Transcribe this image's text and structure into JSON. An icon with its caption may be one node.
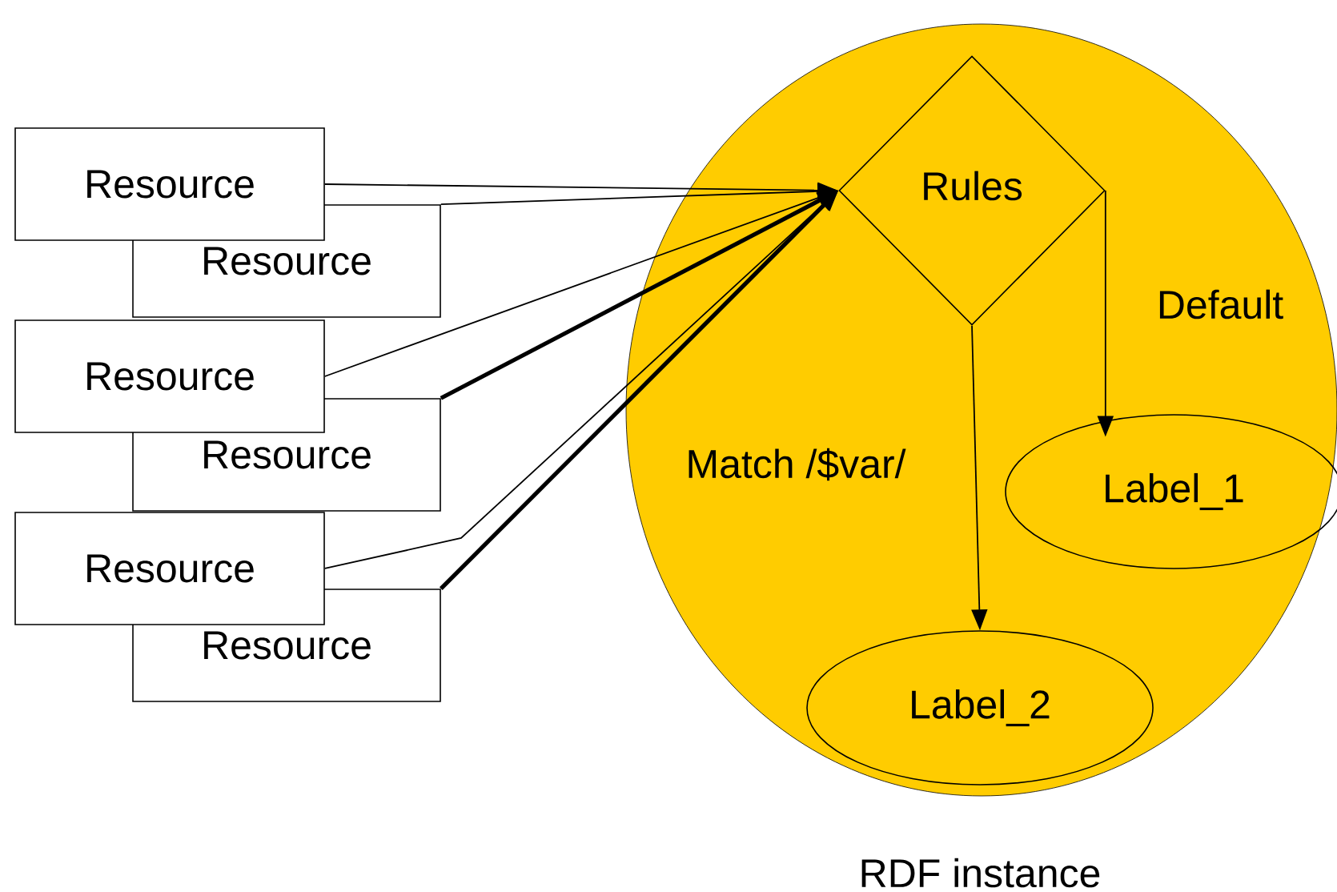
{
  "diagram": {
    "nodes": [
      {
        "text": [
          "Resource"
        ]
      },
      {
        "text": [
          "Resource"
        ]
      },
      {
        "text": [
          "Resource"
        ]
      },
      {
        "text": [
          "Resource"
        ]
      },
      {
        "text": [
          "Resource"
        ]
      },
      {
        "text": [
          "Resource"
        ]
      },
      {
        "text": [
          "RDF instance"
        ]
      },
      {
        "text": [
          "Rules"
        ],
        "in": 6
      },
      {
        "text": [
          "Label_1"
        ],
        "in": 6
      },
      {
        "text": [
          "Label_2"
        ],
        "in": 6
      }
    ],
    "edges": [
      {
        "from": 0,
        "to": 7,
        "arrow": "to"
      },
      {
        "from": 1,
        "to": 7,
        "arrow": "to"
      },
      {
        "from": 2,
        "to": 7,
        "arrow": "to"
      },
      {
        "from": 3,
        "to": 7,
        "arrow": "to",
        "style": "thick"
      },
      {
        "from": 4,
        "to": 7,
        "arrow": "to"
      },
      {
        "from": 5,
        "to": 7,
        "arrow": "to",
        "style": "thick"
      },
      {
        "from": 7,
        "to": 8,
        "arrow": "to",
        "label": "Default"
      },
      {
        "from": 7,
        "to": 9,
        "arrow": "to",
        "label": "Match /$var/"
      }
    ]
  }
}
